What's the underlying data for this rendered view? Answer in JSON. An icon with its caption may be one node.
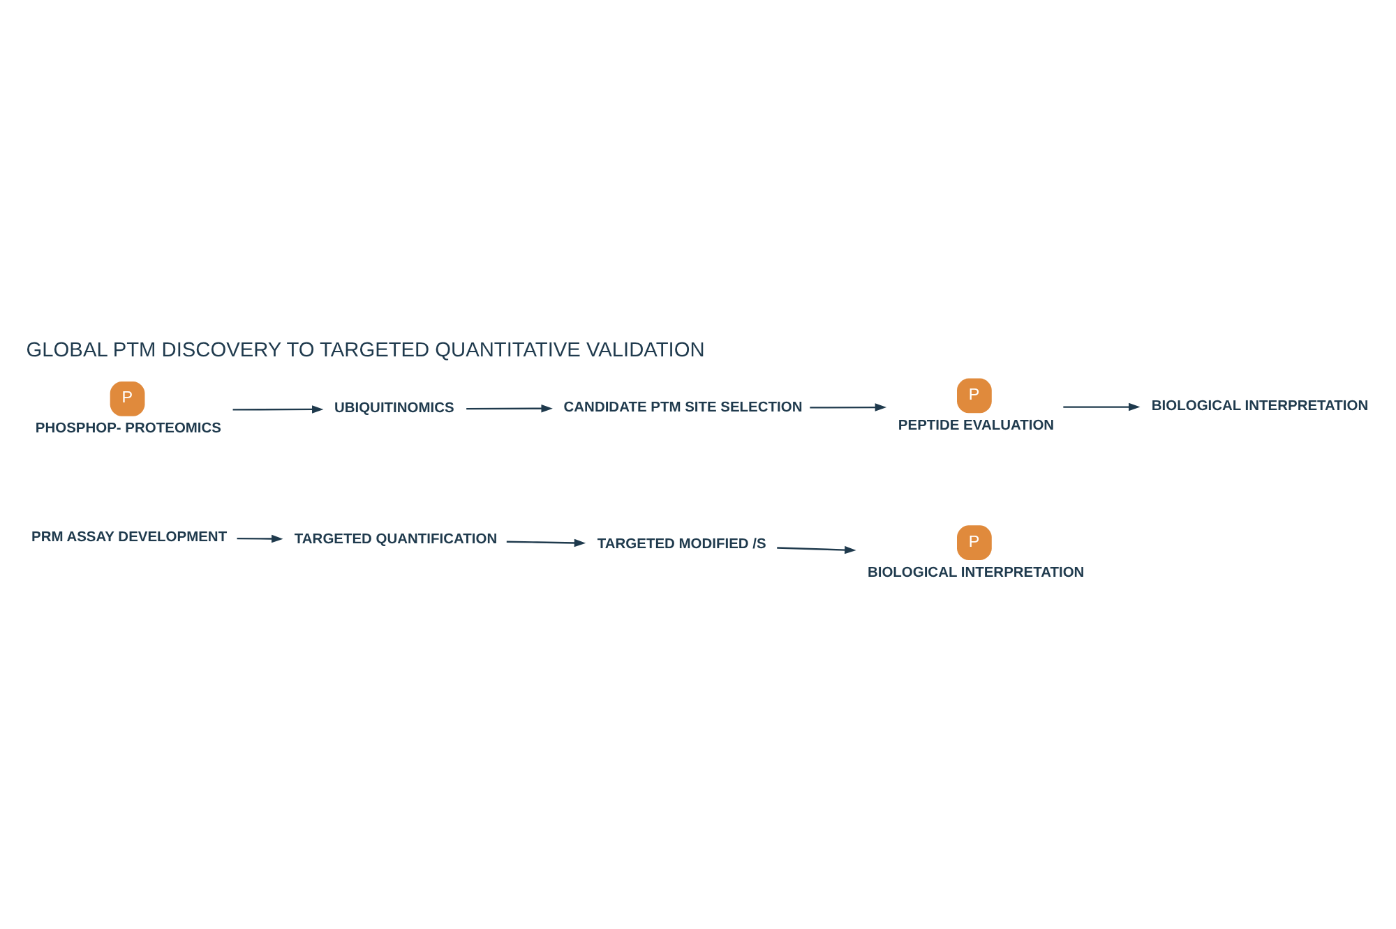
{
  "diagram": {
    "title": "GLOBAL PTM DISCOVERY TO TARGETED QUANTITATIVE VALIDATION",
    "nodes": [
      {
        "text": [
          "P",
          "PHOSPHOP- PROTEOMICS"
        ]
      },
      {
        "text": [
          "UBIQUITINOMICS"
        ]
      },
      {
        "text": [
          "CANDIDATE PTM SITE SELECTION"
        ]
      },
      {
        "text": [
          "P",
          "PEPTIDE EVALUATION"
        ]
      },
      {
        "text": [
          "BIOLOGICAL INTERPRETATION"
        ]
      },
      {
        "text": [
          "PRM ASSAY DEVELOPMENT"
        ]
      },
      {
        "text": [
          "TARGETED QUANTIFICATION"
        ]
      },
      {
        "text": [
          "TARGETED MODIFIED /S"
        ]
      },
      {
        "text": [
          "P",
          "BIOLOGICAL INTERPRETATION"
        ]
      }
    ],
    "edges": [
      {
        "from": 0,
        "to": 1,
        "arrow": "to"
      },
      {
        "from": 1,
        "to": 2,
        "arrow": "to"
      },
      {
        "from": 2,
        "to": 3,
        "arrow": "to"
      },
      {
        "from": 3,
        "to": 4,
        "arrow": "to"
      },
      {
        "from": 5,
        "to": 6,
        "arrow": "to"
      },
      {
        "from": 6,
        "to": 7,
        "arrow": "to"
      },
      {
        "from": 7,
        "to": 8,
        "arrow": "to"
      }
    ]
  }
}
